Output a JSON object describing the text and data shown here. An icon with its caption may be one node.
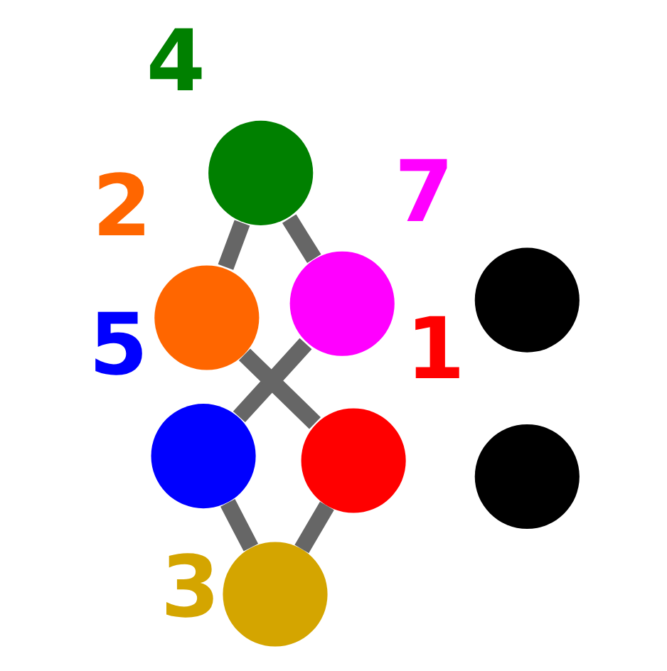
{
  "diagram": {
    "nodes": [
      {
        "text": [],
        "shape": "circle",
        "beside": [
          "5"
        ]
      },
      {
        "text": [],
        "shape": "circle",
        "beside": [
          "7"
        ]
      },
      {
        "text": [],
        "shape": "circle",
        "beside": [
          "3"
        ]
      },
      {
        "text": [],
        "shape": "circle"
      },
      {
        "text": [],
        "shape": "circle"
      },
      {
        "text": [],
        "shape": "circle",
        "beside": [
          "4"
        ]
      },
      {
        "text": [],
        "shape": "circle",
        "beside": [
          "1"
        ]
      },
      {
        "text": [],
        "shape": "circle",
        "beside": [
          "2"
        ]
      }
    ],
    "edges": [
      {
        "from": 6,
        "to": 7,
        "arrow": "none"
      },
      {
        "from": 7,
        "to": 5,
        "arrow": "none"
      },
      {
        "from": 5,
        "to": 1,
        "arrow": "none"
      },
      {
        "from": 1,
        "to": 0,
        "arrow": "none"
      },
      {
        "from": 0,
        "to": 2,
        "arrow": "none"
      },
      {
        "from": 2,
        "to": 6,
        "arrow": "none"
      }
    ]
  }
}
